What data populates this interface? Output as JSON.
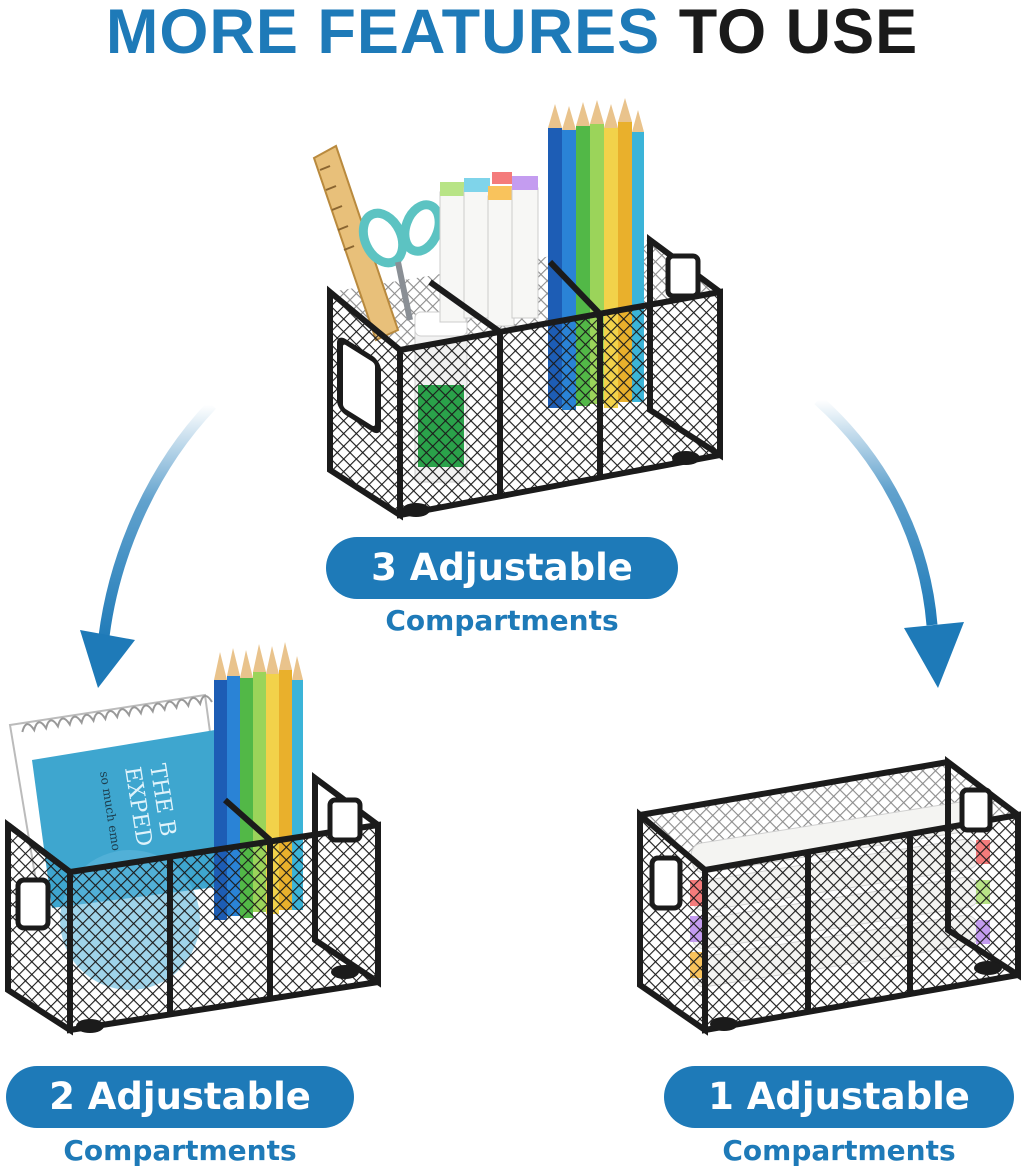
{
  "heading": {
    "part1": "MORE FEATURES",
    "part2": "TO USE"
  },
  "options": [
    {
      "label": "3 Adjustable",
      "sublabel": "Compartments"
    },
    {
      "label": "2 Adjustable",
      "sublabel": "Compartments"
    },
    {
      "label": "1 Adjustable",
      "sublabel": "Compartments"
    }
  ],
  "notebook_text": [
    "THE B",
    "EXPED",
    "so much emo"
  ],
  "colors": {
    "accent": "#1e7ab8",
    "heading_dark": "#1a1a1a",
    "organizer_frame": "#1b1b1b",
    "notebook_cover": "#3ea6cf"
  }
}
